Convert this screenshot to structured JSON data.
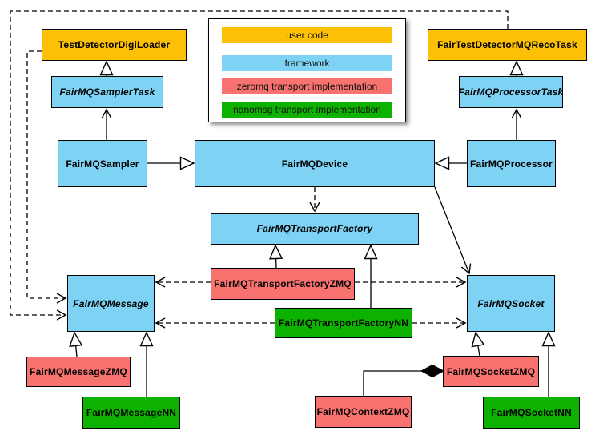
{
  "palette": {
    "user_code": "#FCC107",
    "framework": "#7ED3F5",
    "zeromq": "#F8736F",
    "nanomsg": "#0DB201",
    "line": "#000000"
  },
  "legend": {
    "items": [
      {
        "label": "user code",
        "category": "user_code"
      },
      {
        "label": "framework",
        "category": "framework"
      },
      {
        "label": "zeromq transport implementation",
        "category": "zeromq"
      },
      {
        "label": "nanomsg transport implementation",
        "category": "nanomsg"
      }
    ]
  },
  "nodes": {
    "digiloader": {
      "label": "TestDetectorDigiLoader",
      "category": "user_code",
      "abstract": false
    },
    "recotask": {
      "label": "FairTestDetectorMQRecoTask",
      "category": "user_code",
      "abstract": false
    },
    "samplertask": {
      "label": "FairMQSamplerTask",
      "category": "framework",
      "abstract": true
    },
    "processortask": {
      "label": "FairMQProcessorTask",
      "category": "framework",
      "abstract": true
    },
    "sampler": {
      "label": "FairMQSampler",
      "category": "framework",
      "abstract": false
    },
    "device": {
      "label": "FairMQDevice",
      "category": "framework",
      "abstract": false
    },
    "processor": {
      "label": "FairMQProcessor",
      "category": "framework",
      "abstract": false
    },
    "factory": {
      "label": "FairMQTransportFactory",
      "category": "framework",
      "abstract": true
    },
    "factzmq": {
      "label": "FairMQTransportFactoryZMQ",
      "category": "zeromq",
      "abstract": false
    },
    "factnn": {
      "label": "FairMQTransportFactoryNN",
      "category": "nanomsg",
      "abstract": false
    },
    "message": {
      "label": "FairMQMessage",
      "category": "framework",
      "abstract": true
    },
    "socket": {
      "label": "FairMQSocket",
      "category": "framework",
      "abstract": true
    },
    "msgzmq": {
      "label": "FairMQMessageZMQ",
      "category": "zeromq",
      "abstract": false
    },
    "msgnn": {
      "label": "FairMQMessageNN",
      "category": "nanomsg",
      "abstract": false
    },
    "ctxzmq": {
      "label": "FairMQContextZMQ",
      "category": "zeromq",
      "abstract": false
    },
    "sockzmq": {
      "label": "FairMQSocketZMQ",
      "category": "zeromq",
      "abstract": false
    },
    "socknn": {
      "label": "FairMQSocketNN",
      "category": "nanomsg",
      "abstract": false
    }
  },
  "relationships": [
    {
      "from": "FairMQSamplerTask",
      "to": "TestDetectorDigiLoader",
      "type": "inheritance-triangle"
    },
    {
      "from": "FairMQSampler",
      "to": "FairMQSamplerTask",
      "type": "association-open-arrow"
    },
    {
      "from": "FairMQSampler",
      "to": "FairMQDevice",
      "type": "inheritance-triangle"
    },
    {
      "from": "FairMQProcessorTask",
      "to": "FairTestDetectorMQRecoTask",
      "type": "inheritance-triangle"
    },
    {
      "from": "FairMQProcessor",
      "to": "FairMQProcessorTask",
      "type": "association-open-arrow"
    },
    {
      "from": "FairMQProcessor",
      "to": "FairMQDevice",
      "type": "inheritance-triangle"
    },
    {
      "from": "FairMQDevice",
      "to": "FairMQTransportFactory",
      "type": "dashed-dependency"
    },
    {
      "from": "FairMQDevice",
      "to": "FairMQSocket",
      "type": "association-open-arrow"
    },
    {
      "from": "FairMQTransportFactoryZMQ",
      "to": "FairMQTransportFactory",
      "type": "inheritance-triangle"
    },
    {
      "from": "FairMQTransportFactoryNN",
      "to": "FairMQTransportFactory",
      "type": "inheritance-triangle"
    },
    {
      "from": "FairMQTransportFactoryZMQ",
      "to": "FairMQMessage",
      "type": "dashed-dependency"
    },
    {
      "from": "FairMQTransportFactoryZMQ",
      "to": "FairMQSocket",
      "type": "dashed-dependency"
    },
    {
      "from": "FairMQTransportFactoryNN",
      "to": "FairMQMessage",
      "type": "dashed-dependency"
    },
    {
      "from": "FairMQTransportFactoryNN",
      "to": "FairMQSocket",
      "type": "dashed-dependency"
    },
    {
      "from": "FairMQMessageZMQ",
      "to": "FairMQMessage",
      "type": "inheritance-triangle"
    },
    {
      "from": "FairMQMessageNN",
      "to": "FairMQMessage",
      "type": "inheritance-triangle"
    },
    {
      "from": "FairMQSocketZMQ",
      "to": "FairMQSocket",
      "type": "inheritance-triangle"
    },
    {
      "from": "FairMQSocketNN",
      "to": "FairMQSocket",
      "type": "inheritance-triangle"
    },
    {
      "from": "FairMQContextZMQ",
      "to": "FairMQSocketZMQ",
      "type": "composition-diamond"
    },
    {
      "from": "TestDetectorDigiLoader",
      "to": "FairMQMessage",
      "type": "dashed-dependency"
    },
    {
      "from": "FairTestDetectorMQRecoTask",
      "to": "FairMQMessage",
      "type": "dashed-dependency"
    }
  ]
}
